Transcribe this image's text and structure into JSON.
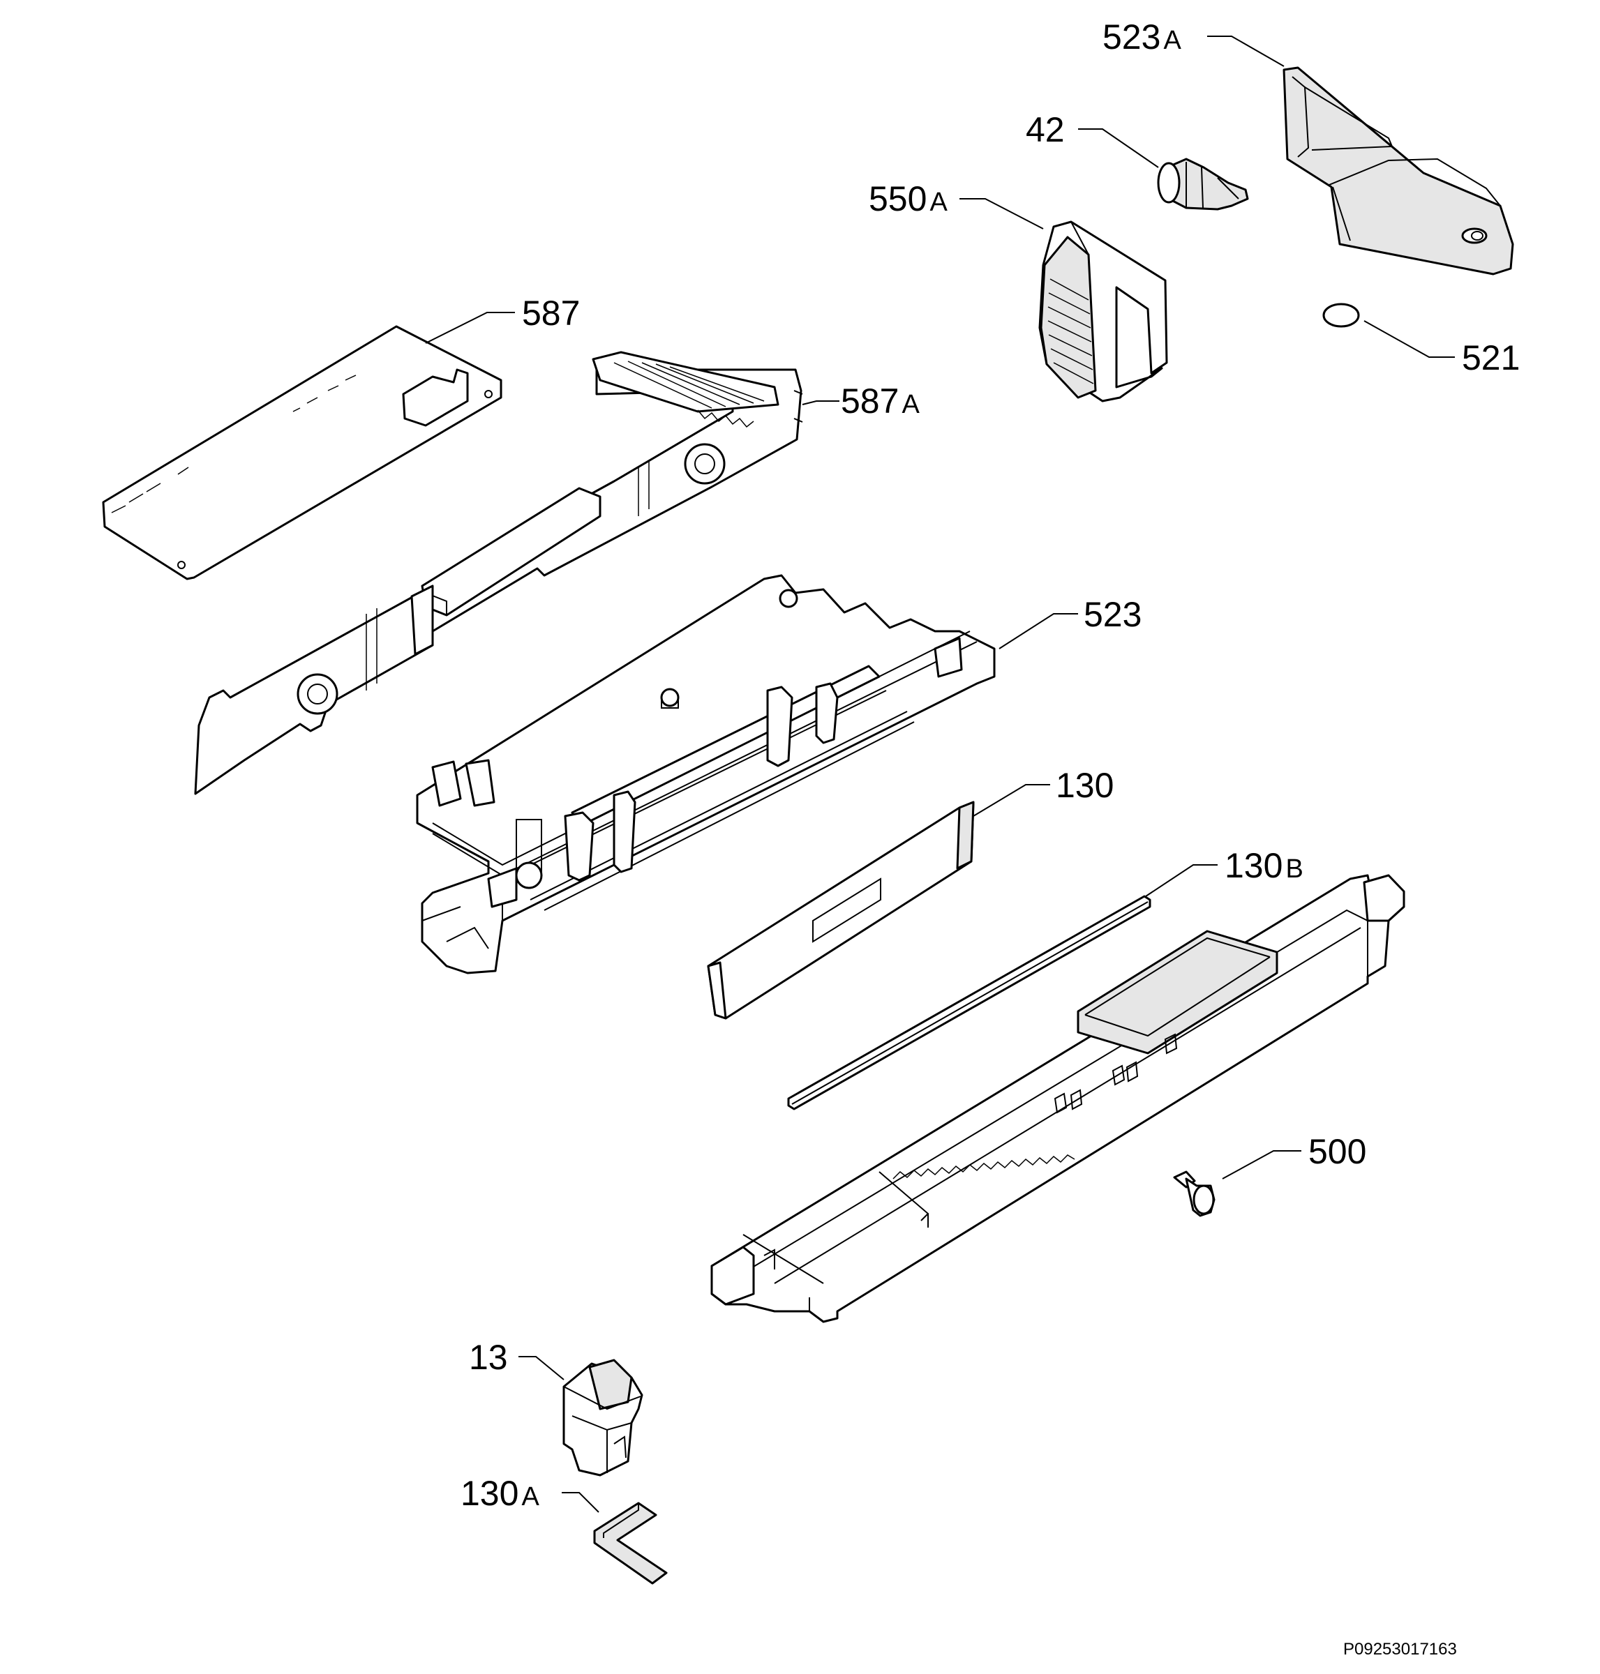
{
  "callouts": {
    "c523A": {
      "num": "523",
      "suffix": "A"
    },
    "c42": {
      "num": "42",
      "suffix": ""
    },
    "c550A": {
      "num": "550",
      "suffix": "A"
    },
    "c521": {
      "num": "521",
      "suffix": ""
    },
    "c587": {
      "num": "587",
      "suffix": ""
    },
    "c587A": {
      "num": "587",
      "suffix": "A"
    },
    "c523": {
      "num": "523",
      "suffix": ""
    },
    "c130": {
      "num": "130",
      "suffix": ""
    },
    "c130B": {
      "num": "130",
      "suffix": "B"
    },
    "c500": {
      "num": "500",
      "suffix": ""
    },
    "c13": {
      "num": "13",
      "suffix": ""
    },
    "c130A": {
      "num": "130",
      "suffix": "A"
    }
  },
  "reference_code": "P09253017163"
}
